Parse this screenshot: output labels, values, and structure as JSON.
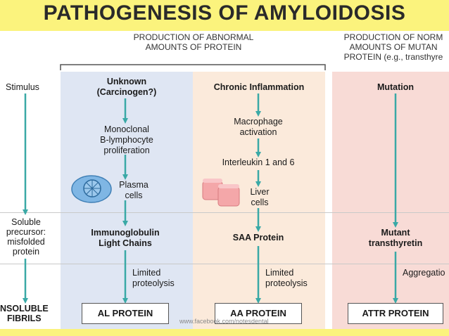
{
  "title": "PATHOGENESIS OF AMYLOIDOSIS",
  "headers": {
    "abnormal": [
      "PRODUCTION OF ABNORMAL",
      "AMOUNTS OF PROTEIN"
    ],
    "normal": [
      "PRODUCTION OF NORM",
      "AMOUNTS OF MUTAN",
      "PROTEIN (e.g., transthyre"
    ]
  },
  "left_labels": {
    "stimulus": "Stimulus",
    "soluble": [
      "Soluble",
      "precursor:",
      "misfolded",
      "protein"
    ],
    "insoluble": [
      "NSOLUBLE",
      "FIBRILS"
    ]
  },
  "columns": {
    "al": {
      "stimulus": [
        "Unknown",
        "(Carcinogen?)"
      ],
      "step1": [
        "Monoclonal",
        "B-lymphocyte",
        "proliferation"
      ],
      "step2": [
        "Plasma",
        "cells"
      ],
      "precursor": [
        "Immunoglobulin",
        "Light Chains"
      ],
      "process": [
        "Limited",
        "proteolysis"
      ],
      "product": "AL PROTEIN"
    },
    "aa": {
      "stimulus": "Chronic Inflammation",
      "step1": [
        "Macrophage",
        "activation"
      ],
      "step2": "Interleukin 1 and 6",
      "step3": [
        "Liver",
        "cells"
      ],
      "precursor": "SAA Protein",
      "process": [
        "Limited",
        "proteolysis"
      ],
      "product": "AA PROTEIN"
    },
    "attr": {
      "stimulus": "Mutation",
      "precursor": [
        "Mutant",
        "transthyretin"
      ],
      "process": "Aggregatio",
      "product": "ATTR PROTEIN"
    }
  },
  "watermark": "www.facebook.com/notesdental",
  "colors": {
    "arrow": "#3aa9a6",
    "title_bar": "#fbf37d",
    "col_blue": "#dfe6f3",
    "col_peach": "#fbeadb",
    "col_pink": "#f8dbd6"
  }
}
